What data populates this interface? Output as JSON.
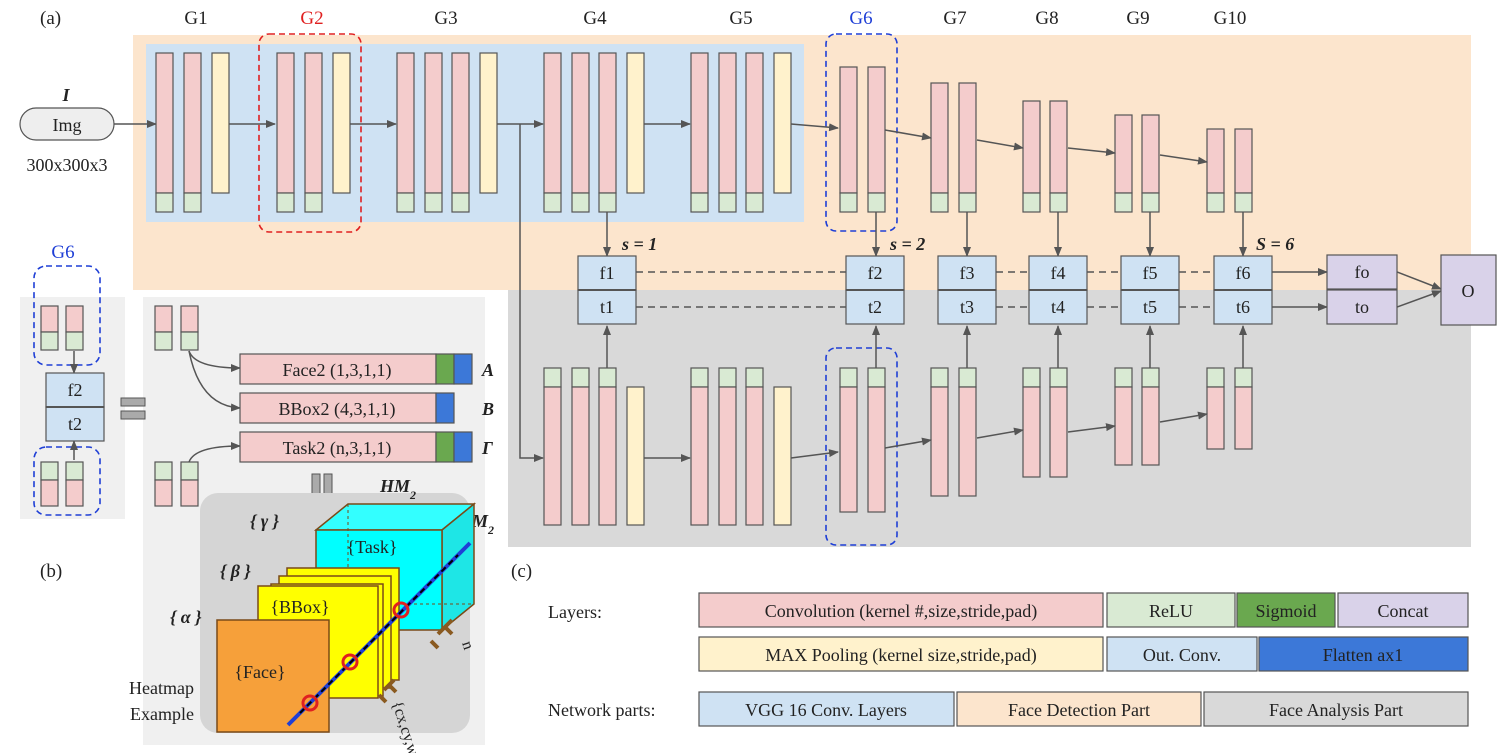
{
  "panel_a": {
    "label": "(a)",
    "groups": [
      "G1",
      "G2",
      "G3",
      "G4",
      "G5",
      "G6",
      "G7",
      "G8",
      "G9",
      "G10"
    ],
    "highlight_colors": {
      "G2": "#e02020",
      "G6": "#1f3fd6"
    },
    "input": {
      "symbol": "I",
      "name": "Img",
      "size": "300x300x3"
    },
    "scales": {
      "s1": "s = 1",
      "s2": "s = 2",
      "s6": "S = 6"
    },
    "face_outputs": [
      "f1",
      "f2",
      "f3",
      "f4",
      "f5",
      "f6"
    ],
    "task_outputs": [
      "t1",
      "t2",
      "t3",
      "t4",
      "t5",
      "t6"
    ],
    "concat": {
      "face": "fo",
      "task": "to"
    },
    "output": "O"
  },
  "panel_b": {
    "label": "(b)",
    "group_label": "G6",
    "block": {
      "face": "f2",
      "task": "t2"
    },
    "heads": [
      {
        "name": "Face2 (1,3,1,1)",
        "symbol": "A"
      },
      {
        "name": "BBox2 (4,3,1,1)",
        "symbol": "B"
      },
      {
        "name": "Task2 (n,3,1,1)",
        "symbol": "Γ"
      }
    ],
    "hm_label": "HM",
    "hm_sub": "2",
    "maps": {
      "face": "{Face}",
      "bbox": "{BBox}",
      "task": "{Task}"
    },
    "sets": {
      "alpha": "{ α }",
      "beta": "{ β }",
      "gamma": "{ γ }"
    },
    "dims": {
      "bbox": "{cx,cy,w,h}",
      "task": "n"
    },
    "caption_1": "Heatmap",
    "caption_2": "Example"
  },
  "panel_c": {
    "label": "(c)",
    "layers_title": "Layers:",
    "parts_title": "Network parts:",
    "layers_row1": [
      "Convolution  (kernel #,size,stride,pad)",
      "ReLU",
      "Sigmoid",
      "Concat"
    ],
    "layers_row2": [
      "MAX Pooling (kernel size,stride,pad)",
      "Out. Conv.",
      "Flatten ax1"
    ],
    "parts": [
      "VGG 16 Conv. Layers",
      "Face Detection Part",
      "Face Analysis Part"
    ]
  },
  "colors": {
    "conv": "#f4cccc",
    "relu": "#d9ead3",
    "pool": "#fff2cc",
    "out_conv": "#cfe2f3",
    "concat": "#d9d2e9",
    "sigmoid": "#6aa84f",
    "flatten": "#3c78d8",
    "vgg_bg": "#cfe2f3",
    "detect_bg": "#fce5cd",
    "analysis_bg": "#d9d9d9"
  }
}
